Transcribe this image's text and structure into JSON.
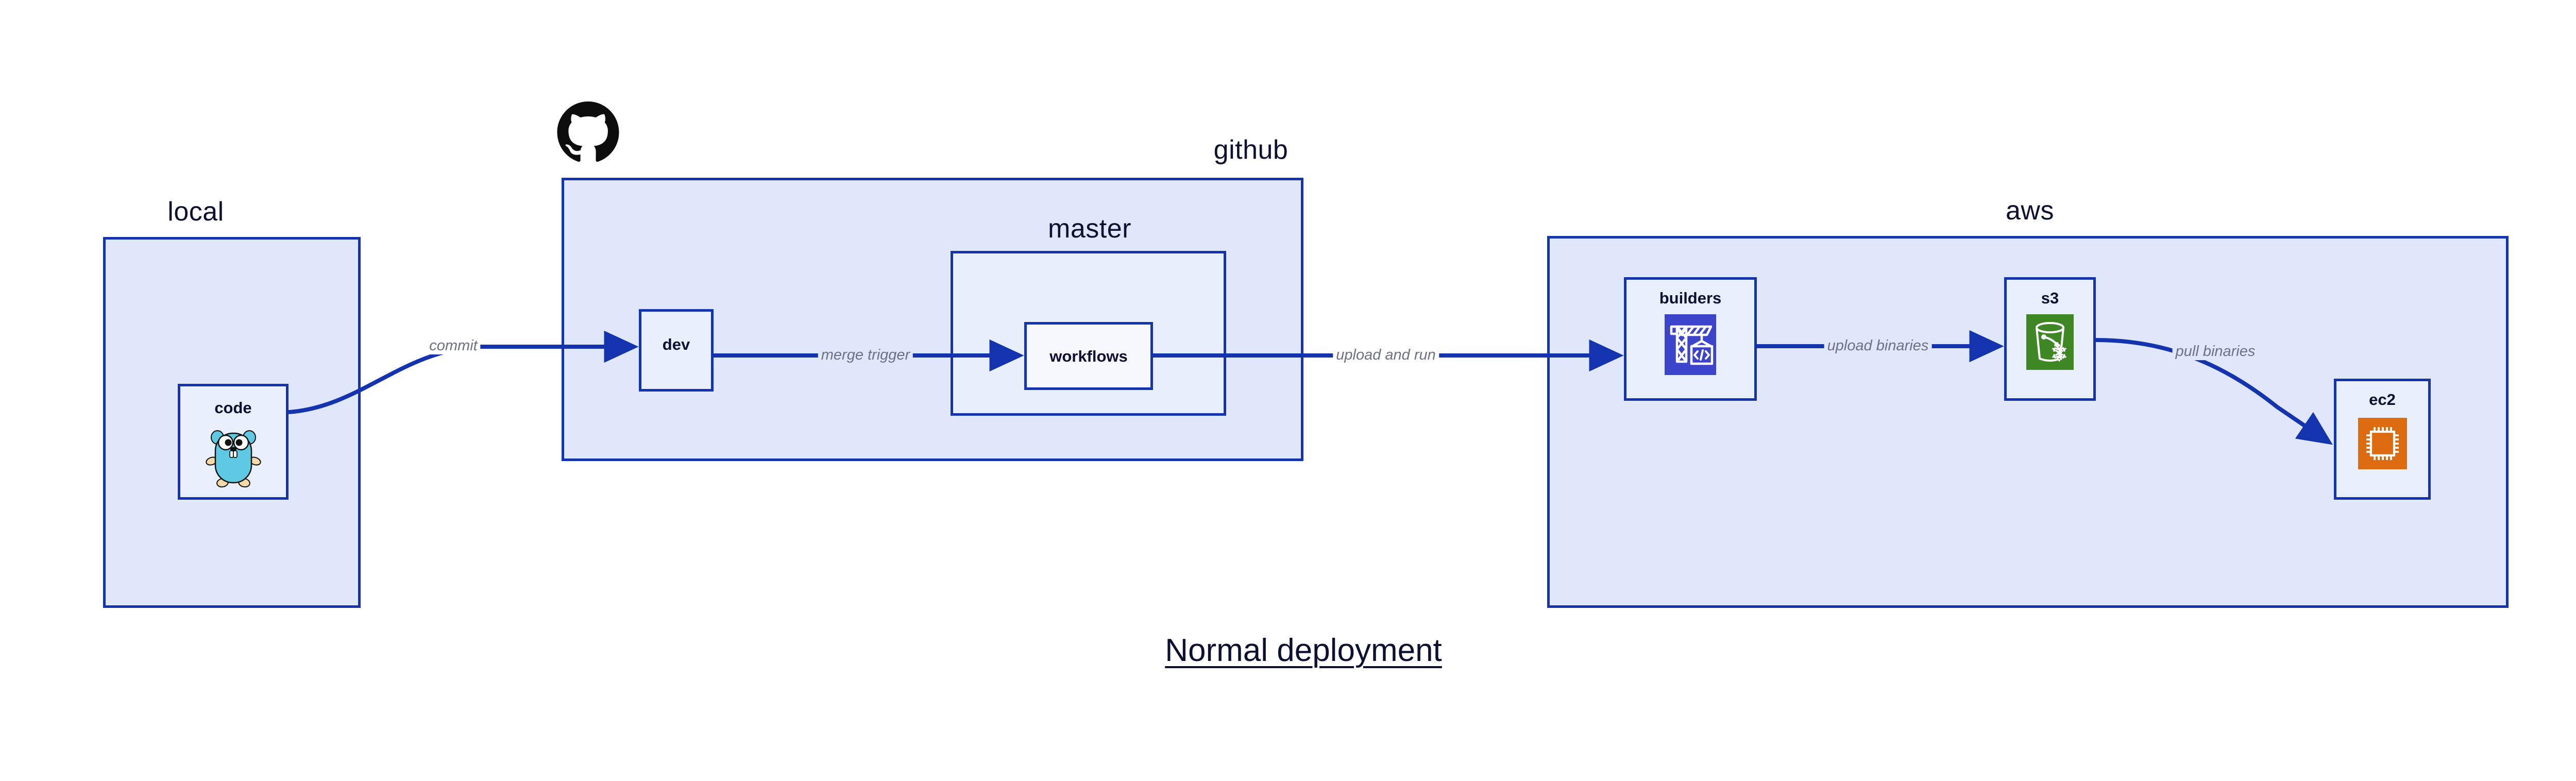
{
  "diagram": {
    "title": "Normal deployment",
    "background_color": "#ffffff",
    "accent_color": "#1433ae",
    "text_color": "#0d1030",
    "edge_label_color": "#6b7280",
    "group_fill": "#e0e7fa",
    "node_fill": "#eaeffc"
  },
  "groups": [
    {
      "id": "local",
      "label": "local"
    },
    {
      "id": "github",
      "label": "github"
    },
    {
      "id": "master",
      "label": "master"
    },
    {
      "id": "aws",
      "label": "aws"
    }
  ],
  "nodes": [
    {
      "id": "code",
      "label": "code",
      "icon": "go-gopher-icon",
      "icon_color": "#5dc9e2"
    },
    {
      "id": "dev",
      "label": "dev",
      "icon": "none",
      "icon_color": ""
    },
    {
      "id": "workflows",
      "label": "workflows",
      "icon": "none",
      "icon_color": ""
    },
    {
      "id": "builders",
      "label": "builders",
      "icon": "aws-codebuild-icon",
      "icon_color": "#3c44cc"
    },
    {
      "id": "s3",
      "label": "s3",
      "icon": "aws-s3-glacier-icon",
      "icon_color": "#3f8624"
    },
    {
      "id": "ec2",
      "label": "ec2",
      "icon": "aws-ec2-icon",
      "icon_color": "#dd6b10"
    }
  ],
  "edges": [
    {
      "id": "commit",
      "label": "commit",
      "from": "code",
      "to": "dev"
    },
    {
      "id": "merge-trigger",
      "label": "merge trigger",
      "from": "dev",
      "to": "workflows"
    },
    {
      "id": "upload-and-run",
      "label": "upload and run",
      "from": "workflows",
      "to": "builders"
    },
    {
      "id": "upload-binaries",
      "label": "upload binaries",
      "from": "builders",
      "to": "s3"
    },
    {
      "id": "pull-binaries",
      "label": "pull binaries",
      "from": "s3",
      "to": "ec2"
    }
  ],
  "branding": {
    "github_logo": "github-octocat-icon"
  }
}
